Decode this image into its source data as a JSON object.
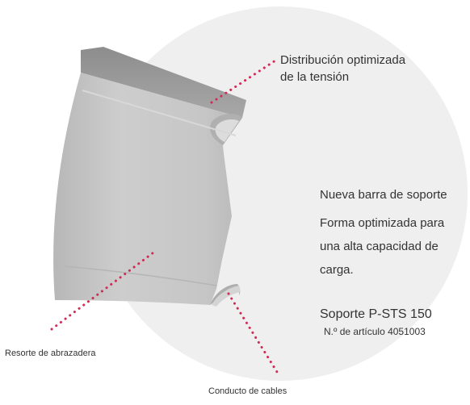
{
  "diagram": {
    "callouts": {
      "tension": {
        "line1": "Distribución optimizada",
        "line2": "de la tensión"
      },
      "new_bar": {
        "title": "Nueva barra de soporte",
        "line1": "Forma optimizada para",
        "line2": "una alta capacidad de",
        "line3": "carga."
      },
      "product": {
        "name": "Soporte P-STS 150",
        "article": "N.º de artículo 4051003"
      },
      "spring": {
        "label": "Resorte de abrazadera"
      },
      "cable": {
        "label": "Conducto de cables"
      }
    },
    "colors": {
      "circle_bg": "#efefef",
      "profile_face": "#c4c4c4",
      "profile_top": "#9a9a9a",
      "leader_dots": "#d02a55",
      "text": "#333333"
    }
  }
}
